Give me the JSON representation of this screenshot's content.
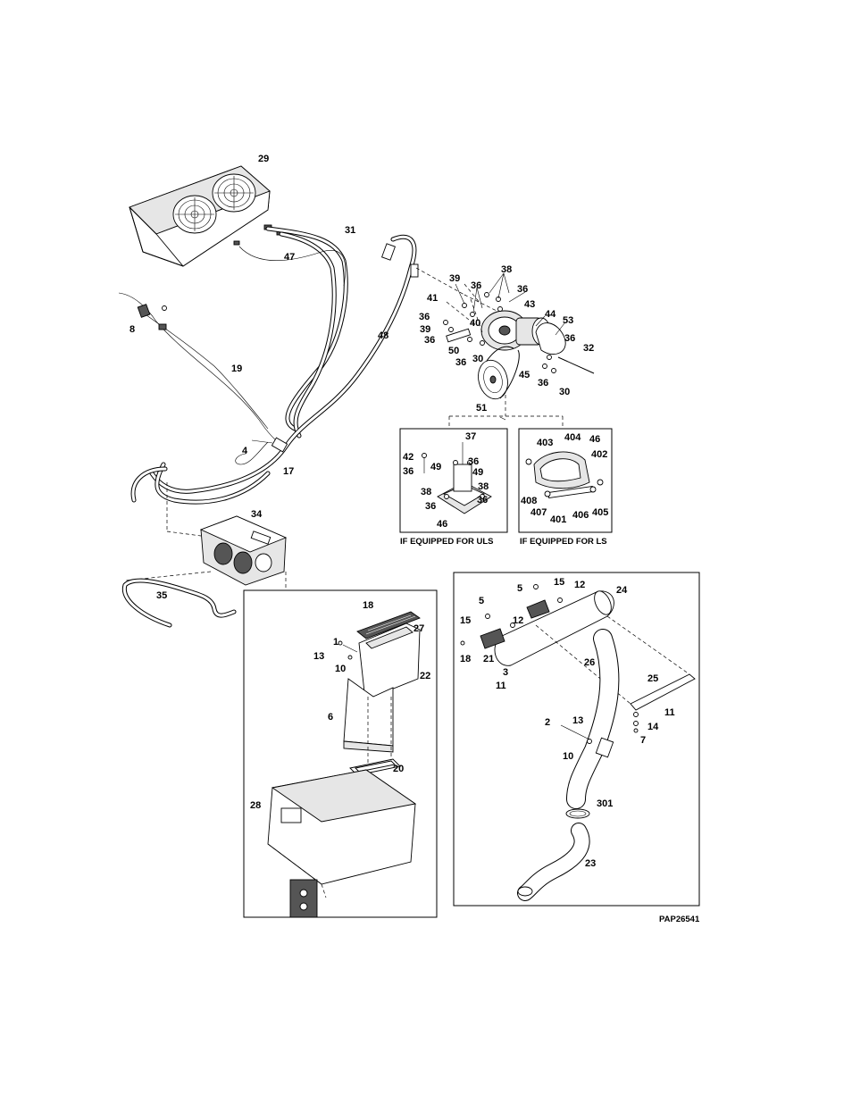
{
  "drawing_id": "PAP26541",
  "captions": {
    "uls": "IF EQUIPPED FOR ULS",
    "ls": "IF EQUIPPED FOR LS"
  },
  "callouts": {
    "c29": "29",
    "c31": "31",
    "c47": "47",
    "c8": "8",
    "c19": "19",
    "c48": "48",
    "c4": "4",
    "c17": "17",
    "c34": "34",
    "c35": "35",
    "c39a": "39",
    "c38a": "38",
    "c41": "41",
    "c36a": "36",
    "c36b": "36",
    "c36c": "36",
    "c39b": "39",
    "c36d": "36",
    "c40": "40",
    "c43": "43",
    "c44": "44",
    "c53": "53",
    "c50": "50",
    "c36e": "36",
    "c30a": "30",
    "c45": "45",
    "c36f": "36",
    "c32": "32",
    "c36g": "36",
    "c30b": "30",
    "c51": "51",
    "c37": "37",
    "c42": "42",
    "c36h": "36",
    "c49a": "49",
    "c36i": "36",
    "c49b": "49",
    "c38b": "38",
    "c38c": "38",
    "c36j": "36",
    "c36k": "36",
    "c46a": "46",
    "c403": "403",
    "c404": "404",
    "c46b": "46",
    "c402": "402",
    "c408": "408",
    "c407": "407",
    "c401": "401",
    "c406": "406",
    "c405": "405",
    "c18a": "18",
    "c27": "27",
    "c1a": "1",
    "c13a": "13",
    "c10a": "10",
    "c22": "22",
    "c6": "6",
    "c20": "20",
    "c28": "28",
    "c5a": "5",
    "c15a": "15",
    "c12a": "12",
    "c24": "24",
    "c5b": "5",
    "c15b": "15",
    "c12b": "12",
    "c18b": "18",
    "c21": "21",
    "c3": "3",
    "c11a": "11",
    "c26": "26",
    "c25": "25",
    "c11b": "11",
    "c14": "14",
    "c7": "7",
    "c2": "2",
    "c13b": "13",
    "c10b": "10",
    "c301": "301",
    "c23": "23"
  }
}
